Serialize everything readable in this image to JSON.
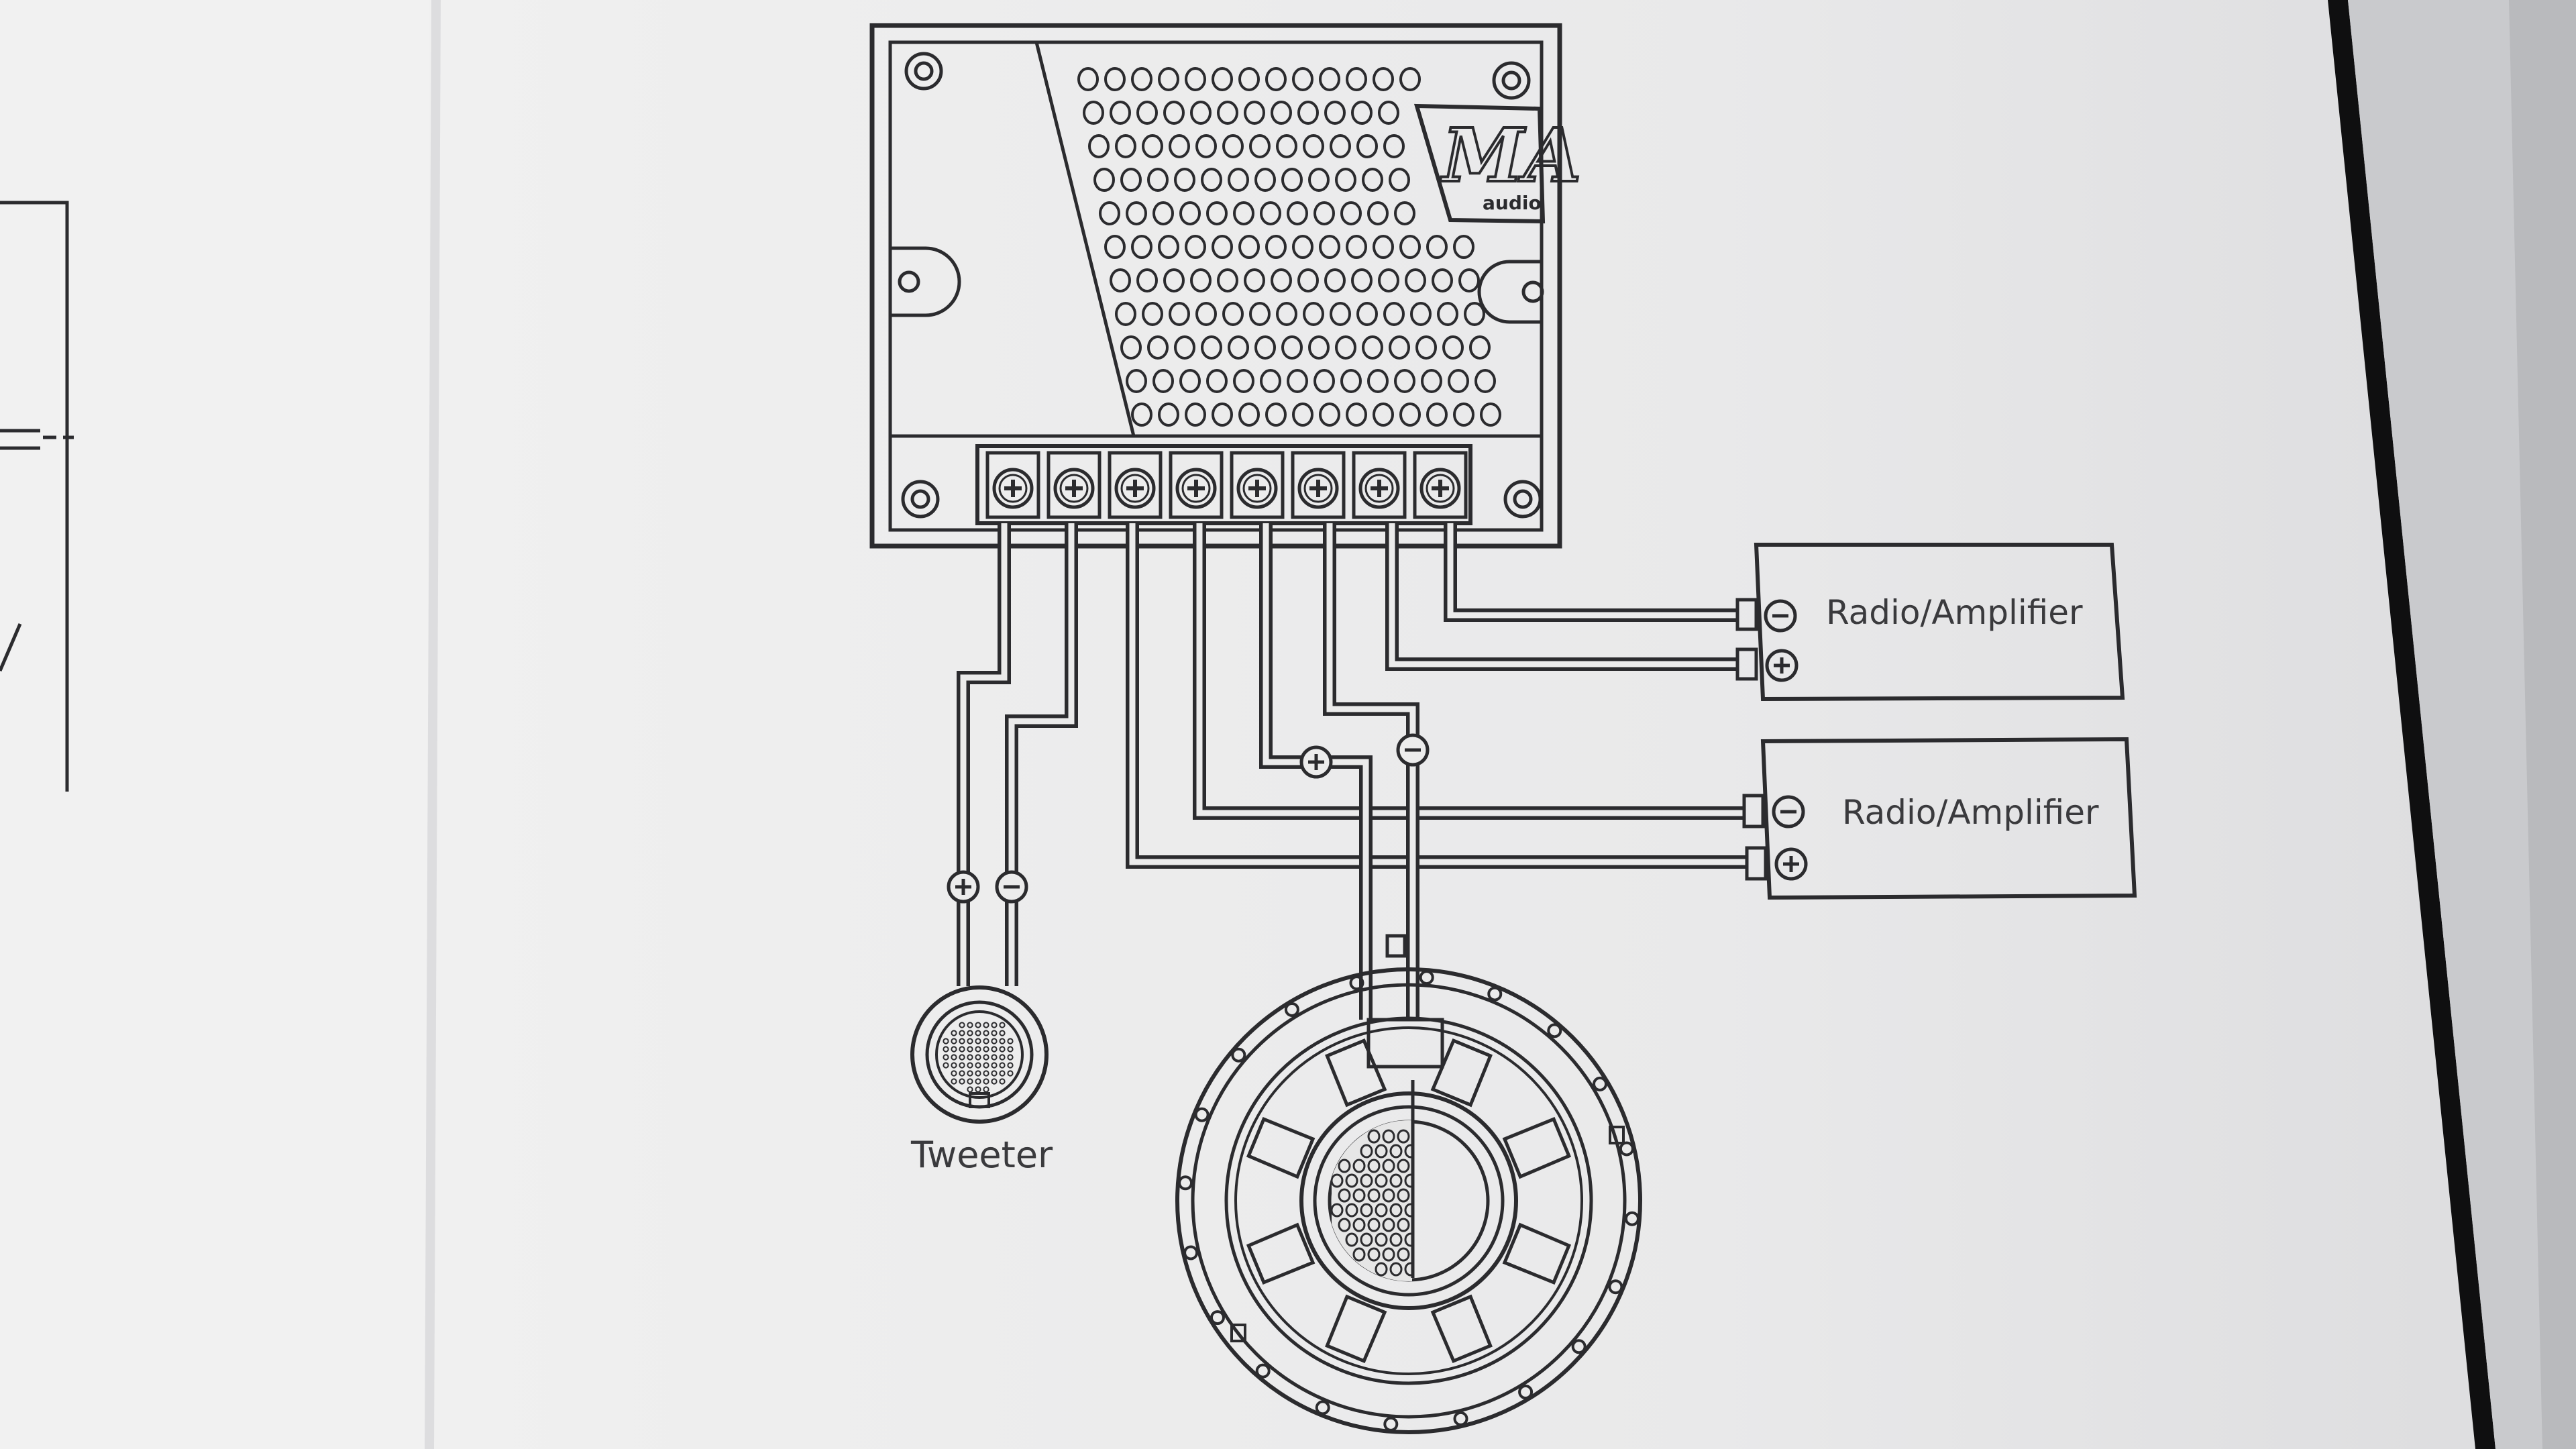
{
  "crossover": {
    "logo_text": "MA",
    "logo_subtext": "audio",
    "terminal_count": 8
  },
  "connections": {
    "radio_amp_top": {
      "label": "Radio/Amplifier",
      "neg_symbol": "−",
      "pos_symbol": "+"
    },
    "radio_amp_bottom": {
      "label": "Radio/Amplifier",
      "neg_symbol": "−",
      "pos_symbol": "+"
    },
    "tweeter": {
      "label": "Tweeter",
      "pos_symbol": "+",
      "neg_symbol": "−"
    },
    "woofer": {
      "pos_symbol": "+",
      "neg_symbol": "−"
    }
  },
  "colors": {
    "paper": "#ececec",
    "ink": "#2b2b2e",
    "shadow": "#c4c5c8",
    "binding": "#0f0f10"
  }
}
